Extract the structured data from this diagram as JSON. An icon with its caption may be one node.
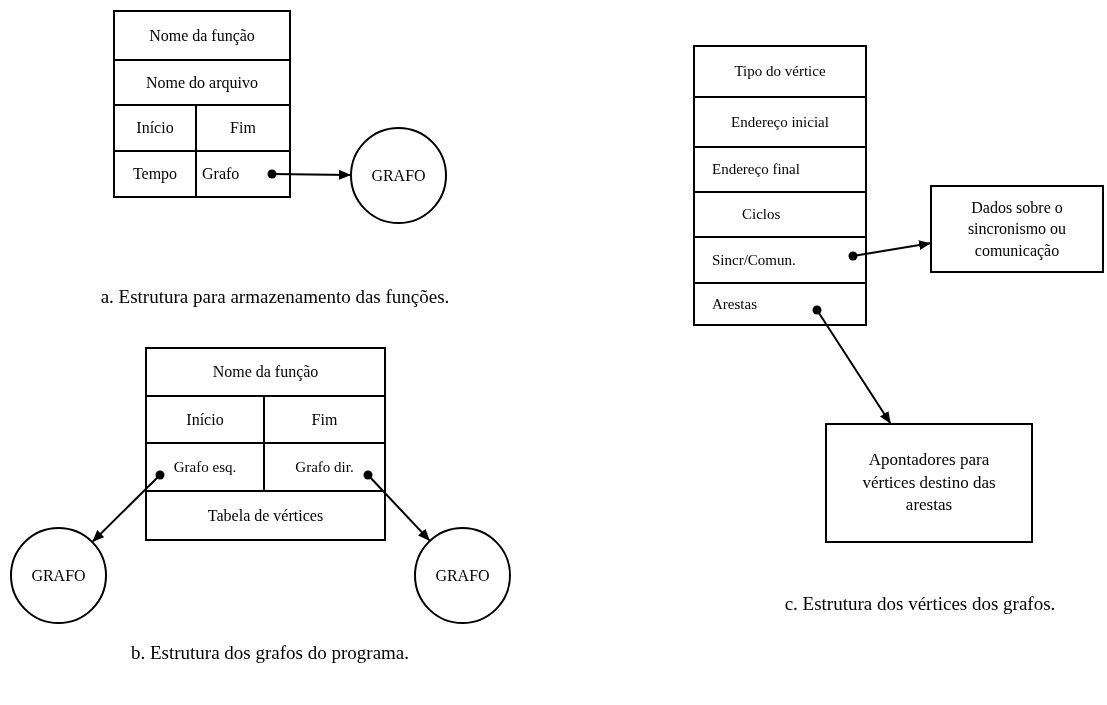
{
  "diagram": {
    "nodes": [
      {
        "text": [],
        "shape": "box"
      },
      {
        "text": [
          "Nome da função"
        ],
        "in": 0
      },
      {
        "text": [
          "Nome do arquivo"
        ],
        "in": 0
      },
      {
        "text": [
          "Início"
        ],
        "in": 0
      },
      {
        "text": [
          "Fim"
        ],
        "in": 0
      },
      {
        "text": [
          "Tempo"
        ],
        "in": 0
      },
      {
        "text": [
          "Grafo"
        ],
        "in": 0
      },
      {
        "text": [
          "GRAFO"
        ]
      },
      {
        "text": [],
        "shape": "box"
      },
      {
        "text": [
          "Nome da função"
        ],
        "in": 8
      },
      {
        "text": [
          "Início"
        ],
        "in": 8
      },
      {
        "text": [
          "Fim"
        ],
        "in": 8
      },
      {
        "text": [
          "Grafo esq."
        ],
        "in": 8
      },
      {
        "text": [
          "Grafo dir."
        ],
        "in": 8
      },
      {
        "text": [
          "Tabela de vértices"
        ],
        "in": 8
      },
      {
        "text": [
          "GRAFO"
        ]
      },
      {
        "text": [
          "GRAFO"
        ]
      },
      {
        "text": [],
        "shape": "box"
      },
      {
        "text": [
          "Tipo do vértice"
        ],
        "in": 17
      },
      {
        "text": [
          "Endereço inicial"
        ],
        "in": 17
      },
      {
        "text": [
          "Endereço final"
        ],
        "in": 17
      },
      {
        "text": [
          "Ciclos"
        ],
        "in": 17
      },
      {
        "text": [
          "Sincr/Comun."
        ],
        "in": 17
      },
      {
        "text": [
          "Arestas"
        ],
        "in": 17
      },
      {
        "text": [
          "Dados sobre o sincronismo ou comunicação"
        ]
      },
      {
        "text": [
          "Apontadores para vértices destino das arestas"
        ]
      }
    ],
    "edges": [
      {
        "from": 6,
        "to": 7,
        "arrow": "to"
      },
      {
        "from": 12,
        "to": 15,
        "arrow": "to"
      },
      {
        "from": 13,
        "to": 16,
        "arrow": "to"
      },
      {
        "from": 22,
        "to": 24,
        "arrow": "to"
      },
      {
        "from": 23,
        "to": 25,
        "arrow": "to"
      }
    ],
    "labels": [
      "a. Estrutura para armazenamento das funções.",
      "b. Estrutura dos grafos do programa.",
      "c. Estrutura dos vértices dos grafos."
    ]
  }
}
